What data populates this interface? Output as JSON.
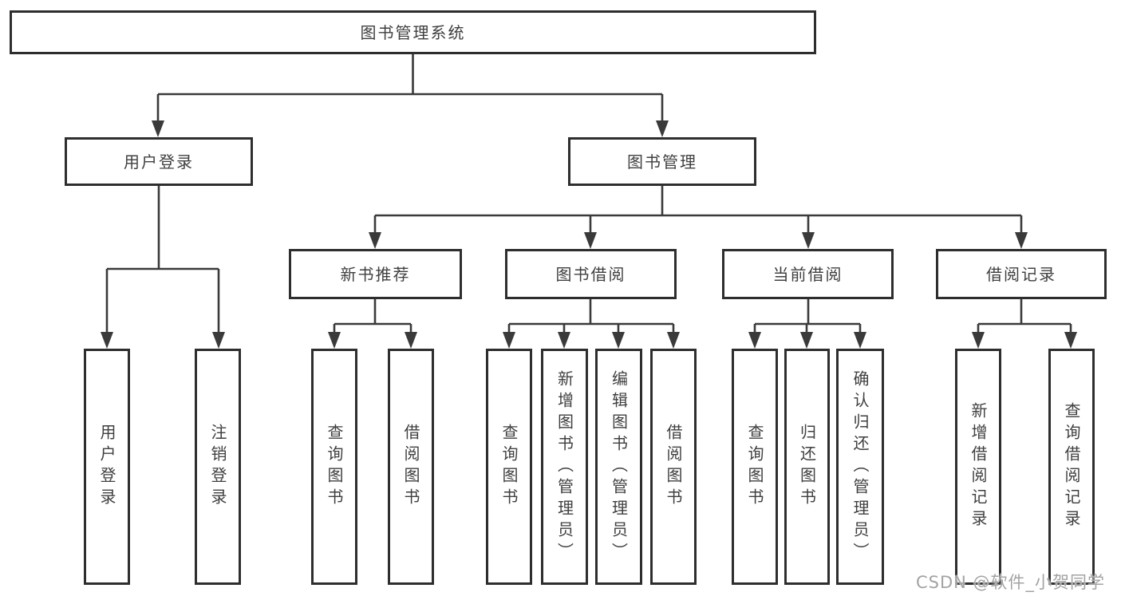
{
  "diagram": {
    "root": {
      "label": "图书管理系统"
    },
    "level2": [
      {
        "label": "用户登录"
      },
      {
        "label": "图书管理"
      }
    ],
    "level3": [
      {
        "label": "新书推荐"
      },
      {
        "label": "图书借阅"
      },
      {
        "label": "当前借阅"
      },
      {
        "label": "借阅记录"
      }
    ],
    "leaves": {
      "user_login": [
        "用户登录",
        "注销登录"
      ],
      "new_books": [
        "查询图书",
        "借阅图书"
      ],
      "book_borrow": [
        "查询图书",
        "新增图书（管理员）",
        "编辑图书（管理员）",
        "借阅图书"
      ],
      "current_borrow": [
        "查询图书",
        "归还图书",
        "确认归还（管理员）"
      ],
      "borrow_records": [
        "新增借阅记录",
        "查询借阅记录"
      ]
    }
  },
  "watermark": {
    "text": "CSDN @软件_小贺同学"
  },
  "colors": {
    "line": "#3a3a3a",
    "box_border": "#2e2e2e",
    "text": "#3f3f3f",
    "background": "#ffffff",
    "watermark": "#a3a3a3"
  }
}
